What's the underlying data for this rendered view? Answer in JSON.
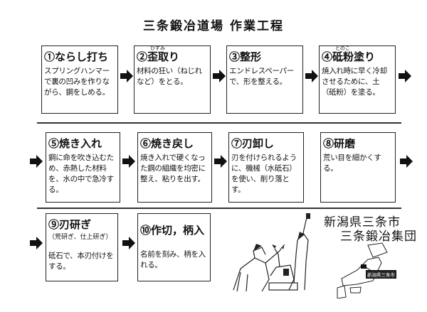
{
  "title": "三条鍛冶道場 作業工程",
  "steps": [
    {
      "heading": "①ならし打ち",
      "desc": "スプリングハンマーで裏の凹みを作りながら、鋼をしめる。"
    },
    {
      "heading": "②歪取り",
      "heading_ruby": "ひずみ",
      "desc": "材料の狂い（ねじれなど）をとる。"
    },
    {
      "heading": "③整形",
      "desc": "エンドレスペーパーで、形を整える。"
    },
    {
      "heading": "④砥粉塗り",
      "heading_ruby": "とのこ",
      "desc": "焼入れ時に早く冷却させるために、土（砥粉）を塗る。"
    },
    {
      "heading": "⑤焼き入れ",
      "desc": "鋼に命を吹き込むため、赤熱した材料を、水の中で急冷する。"
    },
    {
      "heading": "⑥焼き戻し",
      "desc": "焼き入れで硬くなった鋼の組織を均密に整え、粘りを出す。"
    },
    {
      "heading": "⑦刃卸し",
      "desc": "刃を付けられるように、機械（水砥石）を使い、削り落とす。"
    },
    {
      "heading": "⑧研磨",
      "desc": "荒い目を細かくする。"
    },
    {
      "heading": "⑨刃研ぎ",
      "subheading": "（荒研ぎ、仕上研ぎ）",
      "desc": "砥石で、本刃付けをする。"
    },
    {
      "heading": "⑩作切，柄入",
      "desc": "名前を刻み、柄を入れる。"
    }
  ],
  "location": {
    "line1": "新潟県三条市",
    "line2": "三条鍛冶集団"
  },
  "map_label": "新潟県三条市"
}
